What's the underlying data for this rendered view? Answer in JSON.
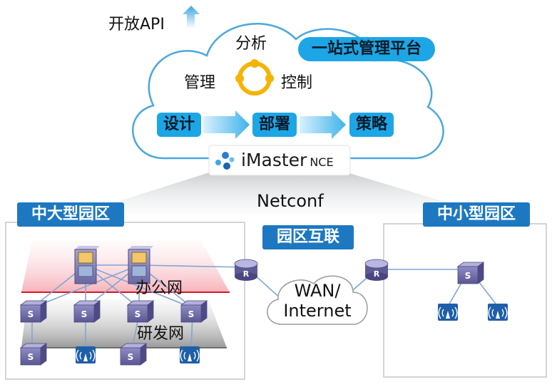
{
  "cloud": {
    "open_api": "开放API",
    "analysis": "分析",
    "management": "管理",
    "control": "控制",
    "one_stop": "一站式管理平台",
    "steps": [
      "设计",
      "部署",
      "策略"
    ],
    "brand_main": "iMaster",
    "brand_suffix": "NCE"
  },
  "links": {
    "protocol": "Netconf",
    "interconnect": "园区互联",
    "wan_line1": "WAN/",
    "wan_line2": "Internet"
  },
  "campus_left": {
    "title": "中大型园区",
    "office_net": "办公网",
    "rnd_net": "研发网"
  },
  "campus_right": {
    "title": "中小型园区"
  },
  "device_labels": {
    "switch": "S",
    "router": "R"
  },
  "colors": {
    "accent_blue": "#1ca6e6",
    "navy": "#1d78c1",
    "device_purple": "#6e6aa6",
    "ap_blue": "#1f5fa8"
  }
}
